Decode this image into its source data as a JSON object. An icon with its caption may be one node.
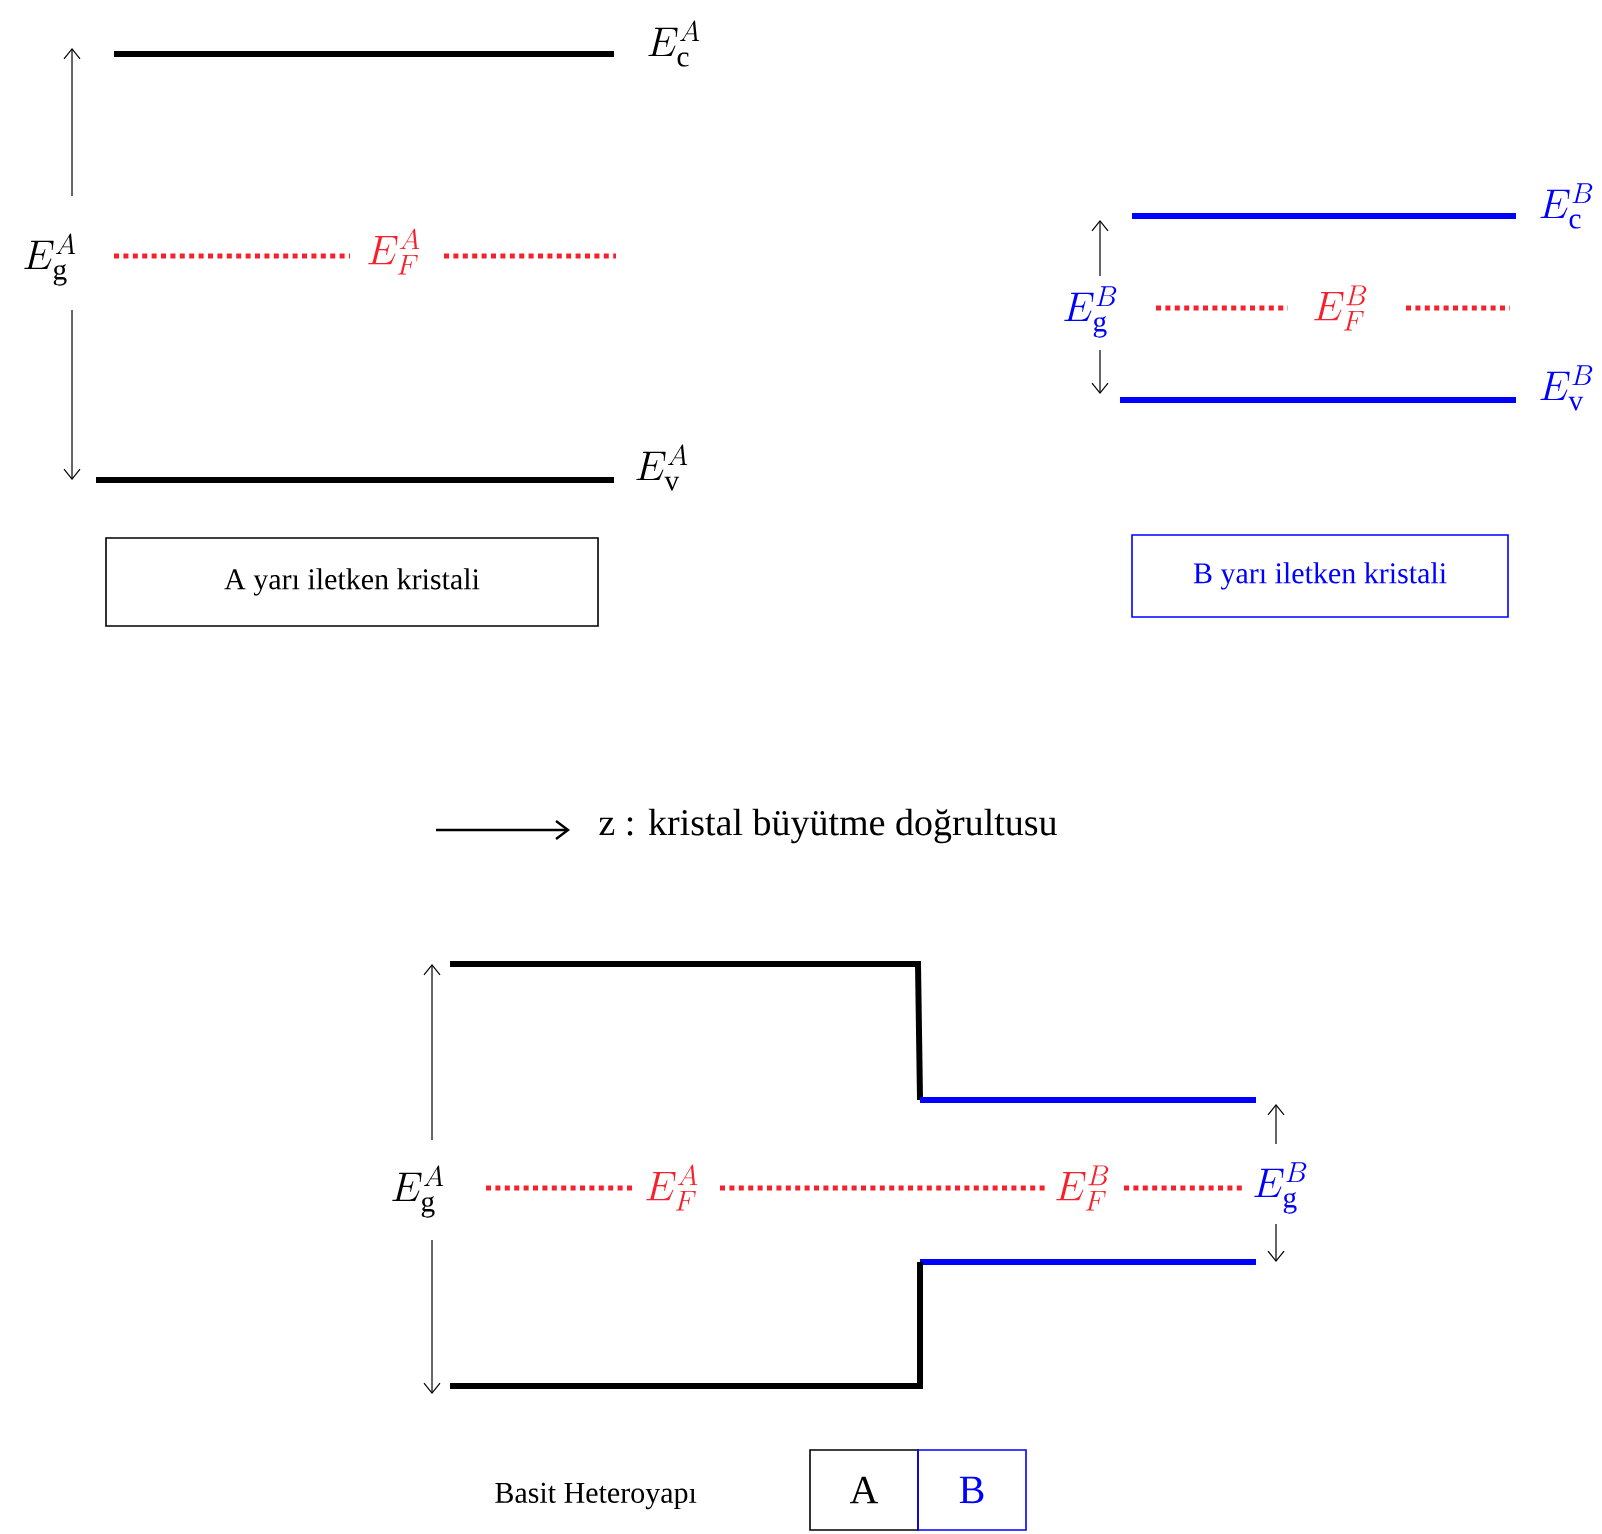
{
  "diagram": {
    "nodes": [
      {
        "text": [
          "A yarı iletken kristali"
        ]
      },
      {
        "text": [
          "B yarı iletken kristali"
        ]
      },
      {
        "text": [
          "A"
        ]
      },
      {
        "text": [
          "B"
        ]
      }
    ],
    "labels": [
      "E_{\\mathrm{c}}^{A}",
      "E_{\\mathrm{g}}^{A}",
      "E_{F}^{A}",
      "E_{\\mathrm{v}}^{A}",
      "E_{\\mathrm{c}}^{B}",
      "E_{\\mathrm{g}}^{B}",
      "E_{F}^{B}",
      "E_{\\mathrm{v}}^{B}",
      "z : kristal büyütme doğrultusu",
      "E_{\\mathrm{g}}^{A}",
      "E_{F}^{A}",
      "E_{F}^{B}",
      "E_{\\mathrm{g}}^{B}",
      "Basit Heteroyapı"
    ]
  }
}
